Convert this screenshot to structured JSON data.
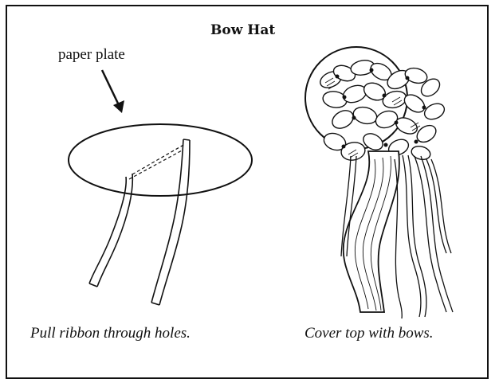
{
  "title": "Bow Hat",
  "labels": {
    "plate": "paper plate"
  },
  "captions": {
    "left": "Pull ribbon through holes.",
    "right": "Cover top with bows."
  }
}
